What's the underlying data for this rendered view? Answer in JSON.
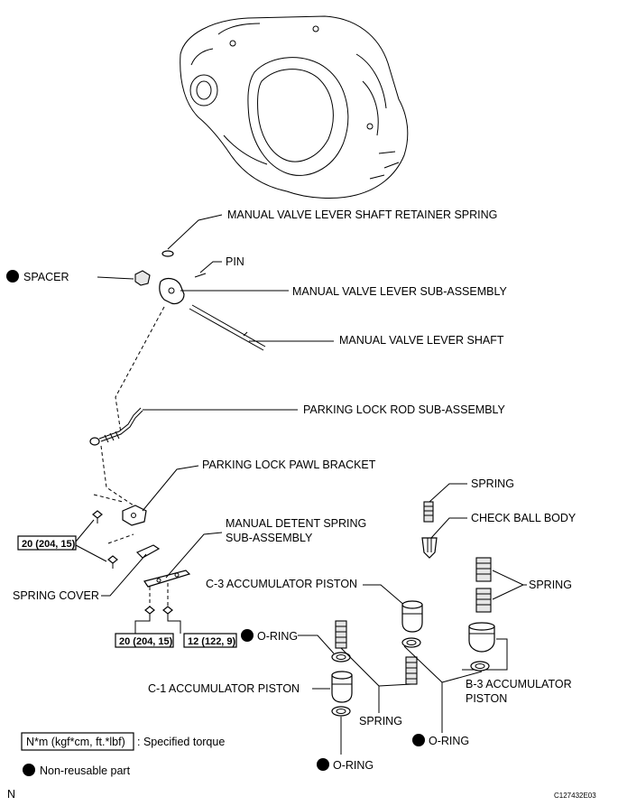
{
  "labels": {
    "retainer_spring": "MANUAL VALVE LEVER SHAFT RETAINER SPRING",
    "spacer": "SPACER",
    "pin": "PIN",
    "lever_sub_assembly": "MANUAL VALVE LEVER SUB-ASSEMBLY",
    "lever_shaft": "MANUAL VALVE LEVER SHAFT",
    "parking_lock_rod": "PARKING LOCK ROD SUB-ASSEMBLY",
    "parking_lock_pawl_bracket": "PARKING LOCK PAWL BRACKET",
    "spring_top": "SPRING",
    "check_ball_body": "CHECK BALL BODY",
    "detent_spring_line1": "MANUAL DETENT SPRING",
    "detent_spring_line2": "SUB-ASSEMBLY",
    "c3_piston": "C-3 ACCUMULATOR PISTON",
    "spring_right": "SPRING",
    "spring_cover": "SPRING COVER",
    "o_ring_upper": "O-RING",
    "b3_line1": "B-3 ACCUMULATOR",
    "b3_line2": "PISTON",
    "c1_piston": "C-1 ACCUMULATOR PISTON",
    "spring_bottom": "SPRING",
    "o_ring_mid": "O-RING",
    "o_ring_bottom": "O-RING"
  },
  "torques": {
    "bracket_bolts": "20 (204, 15)",
    "detent_left": "20 (204, 15)",
    "detent_right": "12 (122, 9)"
  },
  "legend": {
    "torque_unit": "N*m (kgf*cm, ft.*lbf)",
    "torque_desc": ": Specified torque",
    "non_reusable": "Non-reusable part"
  },
  "footer": {
    "corner_left": "N",
    "figure_code": "C127432E03"
  }
}
